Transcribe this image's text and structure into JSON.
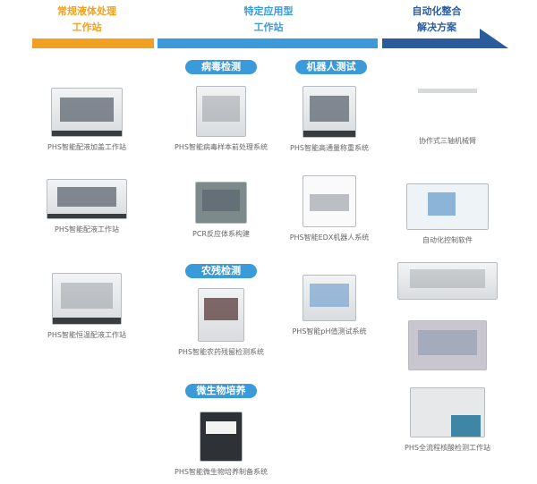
{
  "header": {
    "stage1": {
      "line1": "常规液体处理",
      "line2": "工作站",
      "color": "#f2a01f"
    },
    "stage2": {
      "line1": "特定应用型",
      "line2": "工作站",
      "color": "#3b9ad9"
    },
    "stage3": {
      "line1": "自动化整合",
      "line2": "解决方案",
      "color": "#2a5c9c"
    }
  },
  "pills": {
    "virus": "病毒检测",
    "robot": "机器人测试",
    "pesticide": "农残检测",
    "microbe": "微生物培养"
  },
  "products": {
    "c1r1": "PHS智能配液加盖工作站",
    "c1r2": "PHS智能配液工作站",
    "c1r3": "PHS智能恒温配液工作站",
    "c2r1": "PHS智能病毒样本前处理系统",
    "c2r2": "PCR反应体系构建",
    "c2r3": "PHS智能农药残留检测系统",
    "c2r4": "PHS智能微生物培养制备系统",
    "c3r1": "PHS智能高通量称重系统",
    "c3r2": "PHS智能EDX机器人系统",
    "c3r3": "PHS智能pH值测试系统",
    "c4r1": "协作式三轴机械臂",
    "c4r2": "自动化控制软件",
    "c4r5": "PHS全流程核酸检测工作站"
  }
}
